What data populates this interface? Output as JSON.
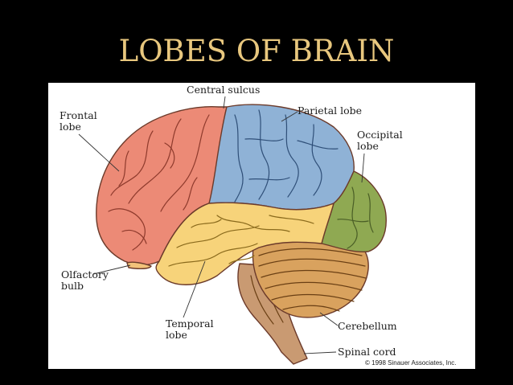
{
  "slide": {
    "title": "LOBES OF BRAIN"
  },
  "figure": {
    "labels": {
      "central_sulcus": "Central sulcus",
      "frontal_lobe_1": "Frontal",
      "frontal_lobe_2": "lobe",
      "parietal_lobe": "Parietal lobe",
      "occipital_lobe_1": "Occipital",
      "occipital_lobe_2": "lobe",
      "olfactory_bulb_1": "Olfactory",
      "olfactory_bulb_2": "bulb",
      "temporal_lobe_1": "Temporal",
      "temporal_lobe_2": "lobe",
      "cerebellum": "Cerebellum",
      "spinal_cord": "Spinal cord"
    },
    "copyright": "© 1998 Sinauer Associates, Inc.",
    "colors": {
      "frontal": "#ec8a76",
      "parietal": "#8fb2d6",
      "occipital": "#8fa952",
      "temporal": "#f7d37a",
      "cerebellum": "#d9a25e",
      "brainstem": "#c99a72",
      "title": "#e8c77e"
    }
  }
}
